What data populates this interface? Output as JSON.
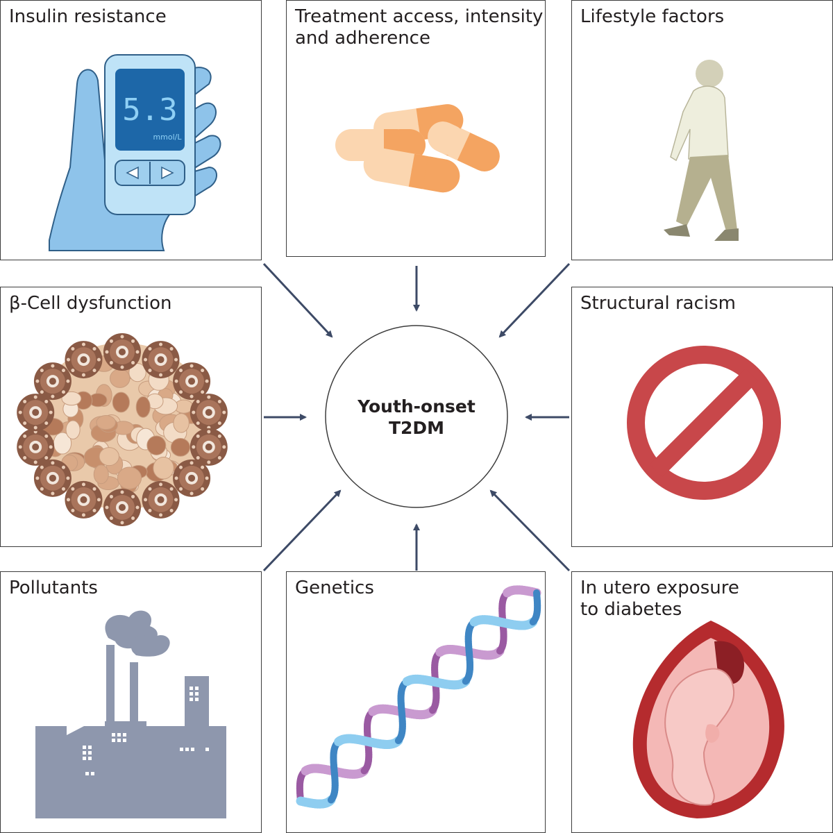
{
  "center": {
    "line1": "Youth-onset",
    "line2": "T2DM"
  },
  "panels": {
    "insulin": {
      "label": "Insulin resistance",
      "meter_reading": "5.3",
      "meter_unit": "mmol/L"
    },
    "treatment": {
      "label": "Treatment access, intensity\nand adherence"
    },
    "lifestyle": {
      "label": "Lifestyle factors"
    },
    "beta": {
      "label": "β-Cell dysfunction"
    },
    "racism": {
      "label": "Structural racism"
    },
    "pollutants": {
      "label": "Pollutants"
    },
    "genetics": {
      "label": "Genetics"
    },
    "utero": {
      "label": "In utero exposure\nto diabetes"
    }
  },
  "colors": {
    "arrow": "#3d4a66",
    "hand": "#8ec3ea",
    "meter_body": "#bfe3f7",
    "meter_screen": "#1d67a8",
    "pill": "#f4a461",
    "person": "#d3d0b8",
    "no_sign": "#c8474a",
    "factory": "#8e97ad",
    "dna_blue": "#5aaee0",
    "dna_purple": "#b477b5",
    "uterus": "#b52b2e",
    "cell_dark": "#8a5a45"
  }
}
